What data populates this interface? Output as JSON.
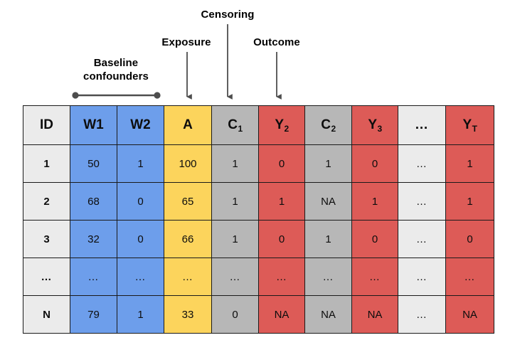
{
  "annotations": {
    "censoring": "Censoring",
    "exposure": "Exposure",
    "outcome": "Outcome",
    "baseline_line1": "Baseline",
    "baseline_line2": "confounders",
    "marker_color": "#4d4d4d",
    "arrow_color": "#4d4d4d"
  },
  "table": {
    "palette": {
      "light": "#ebebeb",
      "blue": "#6d9eeb",
      "yellow": "#fcd45c",
      "gray": "#b7b7b7",
      "red": "#dd5b57",
      "border": "#1a1a1a"
    },
    "headers": [
      {
        "base": "ID",
        "sub": "",
        "color": "light"
      },
      {
        "base": "W1",
        "sub": "",
        "color": "blue"
      },
      {
        "base": "W2",
        "sub": "",
        "color": "blue"
      },
      {
        "base": "A",
        "sub": "",
        "color": "yellow"
      },
      {
        "base": "C",
        "sub": "1",
        "color": "gray"
      },
      {
        "base": "Y",
        "sub": "2",
        "color": "red"
      },
      {
        "base": "C",
        "sub": "2",
        "color": "gray"
      },
      {
        "base": "Y",
        "sub": "3",
        "color": "red"
      },
      {
        "base": "…",
        "sub": "",
        "color": "light"
      },
      {
        "base": "Y",
        "sub": "T",
        "color": "red"
      }
    ],
    "rows": [
      {
        "id": "1",
        "cells": [
          "50",
          "1",
          "100",
          "1",
          "0",
          "1",
          "0",
          "…",
          "1"
        ]
      },
      {
        "id": "2",
        "cells": [
          "68",
          "0",
          "65",
          "1",
          "1",
          "NA",
          "1",
          "…",
          "1"
        ]
      },
      {
        "id": "3",
        "cells": [
          "32",
          "0",
          "66",
          "1",
          "0",
          "1",
          "0",
          "…",
          "0"
        ]
      },
      {
        "id": "…",
        "cells": [
          "…",
          "…",
          "…",
          "…",
          "…",
          "…",
          "…",
          "…",
          "…"
        ]
      },
      {
        "id": "N",
        "cells": [
          "79",
          "1",
          "33",
          "0",
          "NA",
          "NA",
          "NA",
          "…",
          "NA"
        ]
      }
    ]
  }
}
